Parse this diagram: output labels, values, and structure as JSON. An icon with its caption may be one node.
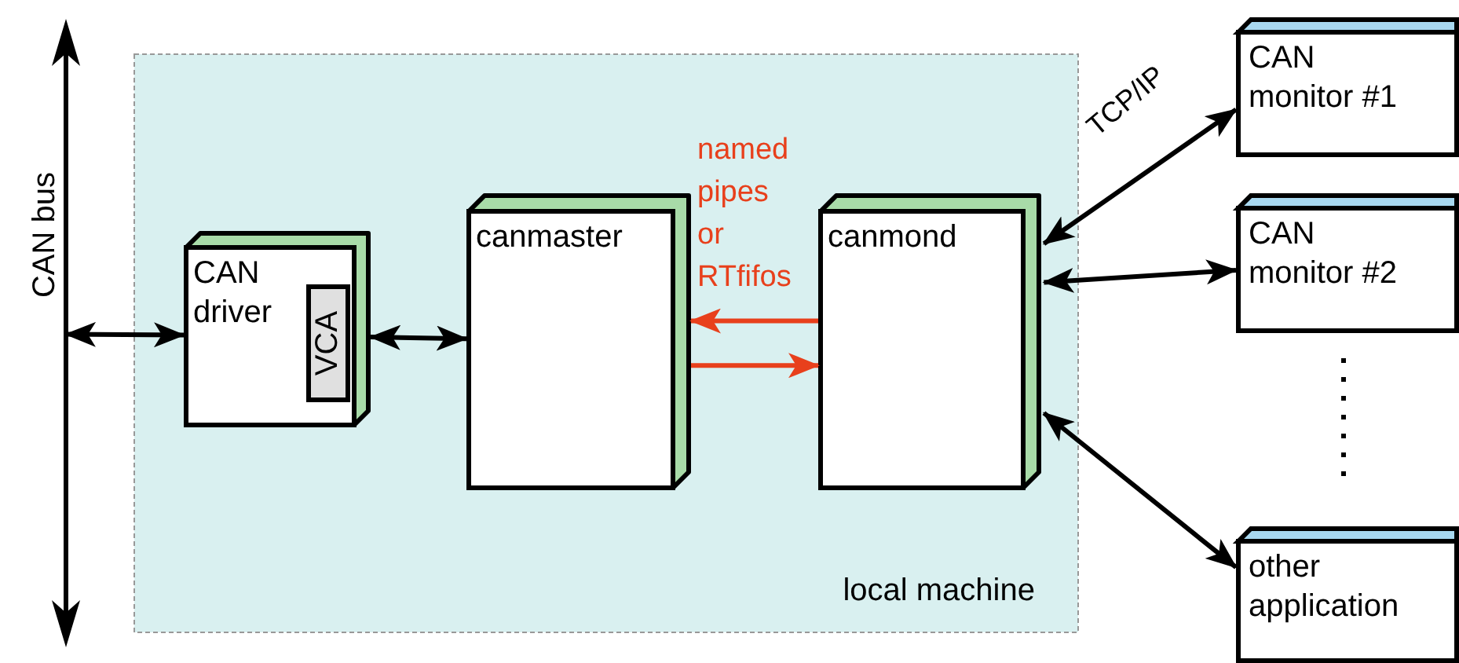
{
  "diagram": {
    "nodes": [
      {
        "text": [
          "CAN bus"
        ]
      },
      {
        "text": [
          "local machine"
        ]
      },
      {
        "text": [
          "CAN driver"
        ],
        "in": 1
      },
      {
        "text": [
          "VCA"
        ],
        "in": 2
      },
      {
        "text": [
          "canmaster"
        ],
        "in": 1
      },
      {
        "text": [
          "canmond"
        ],
        "in": 1
      },
      {
        "text": [
          "CAN monitor #1"
        ]
      },
      {
        "text": [
          "CAN monitor #2"
        ]
      },
      {
        "text": [
          "other application"
        ]
      }
    ],
    "edges": [
      {
        "from": 0,
        "to": 2,
        "arrow": "both"
      },
      {
        "from": 2,
        "to": 4,
        "arrow": "both"
      },
      {
        "from": 5,
        "to": 4,
        "arrow": "to",
        "color": "#e8401c"
      },
      {
        "from": 4,
        "to": 5,
        "arrow": "to",
        "color": "#e8401c"
      },
      {
        "from": 5,
        "to": 6,
        "arrow": "both",
        "label": "TCP/IP"
      },
      {
        "from": 5,
        "to": 7,
        "arrow": "both"
      },
      {
        "from": 5,
        "to": 8,
        "arrow": "both"
      }
    ],
    "labels": [
      "named pipes or RTfifos"
    ]
  }
}
